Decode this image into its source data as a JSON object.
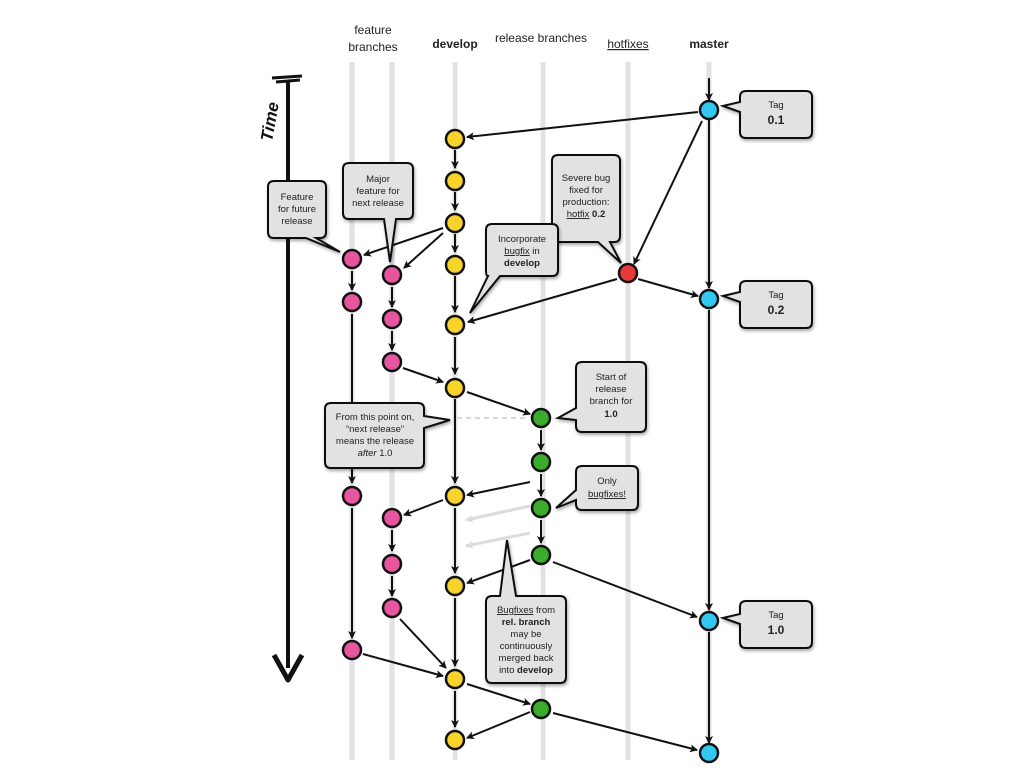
{
  "lanes": {
    "feature_line1": "feature",
    "feature_line2": "branches",
    "develop": "develop",
    "release": "release branches",
    "hotfixes": "hotfixes",
    "master": "master"
  },
  "time_label": "Time",
  "colors": {
    "feature": "#e8559f",
    "develop": "#f8d42a",
    "release": "#3bab2c",
    "hotfix": "#e5393a",
    "master": "#33c8ef",
    "lane_line": "#d6d6d6",
    "callout_fill": "#e2e2e2"
  },
  "callouts": {
    "tag01": {
      "line1": "Tag",
      "line2": "0.1"
    },
    "tag02": {
      "line1": "Tag",
      "line2": "0.2"
    },
    "tag10": {
      "line1": "Tag",
      "line2": "1.0"
    },
    "feature_future": {
      "line1": "Feature",
      "line2": "for future",
      "line3": "release"
    },
    "major_feature": {
      "line1": "Major",
      "line2": "feature for",
      "line3": "next release"
    },
    "severe_bug": {
      "line1": "Severe bug",
      "line2": "fixed for",
      "line3": "production:",
      "line4a": "hotfix",
      "line4b": " 0.2"
    },
    "incorporate": {
      "line1": "Incorporate",
      "line2": "bugfix",
      "line2b": " in",
      "line3": "develop"
    },
    "start_release": {
      "line1": "Start of",
      "line2": "release",
      "line3": "branch for",
      "line4": "1.0"
    },
    "from_this_point": {
      "line1": "From this point on,",
      "line2": "“next release”",
      "line3": "means the release",
      "line4a": "after",
      "line4b": " 1.0"
    },
    "only_bugfixes": {
      "line1": "Only",
      "line2": "bugfixes!"
    },
    "bugfixes_from": {
      "line1": "Bugfixes",
      "line1b": " from",
      "line2": "rel. branch",
      "line3": "may be",
      "line4": "continuously",
      "line5": "merged back",
      "line6": "into",
      "line6b": " develop"
    }
  }
}
